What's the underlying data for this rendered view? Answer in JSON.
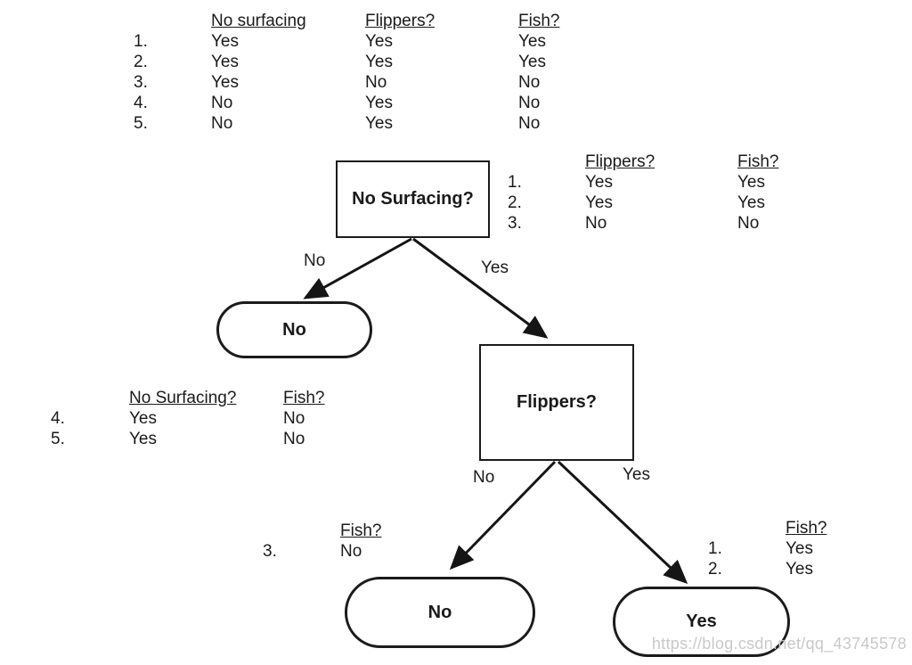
{
  "tables": {
    "dataset": {
      "headers": [
        "No surfacing",
        "Flippers?",
        "Fish?"
      ],
      "row_nums": [
        "1.",
        "2.",
        "3.",
        "4.",
        "5."
      ],
      "rows": [
        [
          "Yes",
          "Yes",
          "Yes"
        ],
        [
          "Yes",
          "Yes",
          "Yes"
        ],
        [
          "Yes",
          "No",
          "No"
        ],
        [
          "No",
          "Yes",
          "No"
        ],
        [
          "No",
          "Yes",
          "No"
        ]
      ]
    },
    "root_yes_subset": {
      "headers": [
        "Flippers?",
        "Fish?"
      ],
      "row_nums": [
        "1.",
        "2.",
        "3."
      ],
      "rows": [
        [
          "Yes",
          "Yes"
        ],
        [
          "Yes",
          "Yes"
        ],
        [
          "No",
          "No"
        ]
      ]
    },
    "root_no_subset": {
      "headers": [
        "No Surfacing?",
        "Fish?"
      ],
      "row_nums": [
        "4.",
        "5."
      ],
      "rows": [
        [
          "Yes",
          "No"
        ],
        [
          "Yes",
          "No"
        ]
      ]
    },
    "flippers_no_subset": {
      "headers": [
        "Fish?"
      ],
      "row_nums": [
        "3."
      ],
      "rows": [
        [
          "No"
        ]
      ]
    },
    "flippers_yes_subset": {
      "headers": [
        "Fish?"
      ],
      "row_nums": [
        "1.",
        "2."
      ],
      "rows": [
        [
          "Yes"
        ],
        [
          "Yes"
        ]
      ]
    }
  },
  "nodes": {
    "root": {
      "label": "No Surfacing?"
    },
    "root_no_leaf": {
      "label": "No"
    },
    "flippers": {
      "label": "Flippers?"
    },
    "flippers_no_leaf": {
      "label": "No"
    },
    "flippers_yes_leaf": {
      "label": "Yes"
    }
  },
  "edges": {
    "root_no": {
      "label": "No"
    },
    "root_yes": {
      "label": "Yes"
    },
    "flippers_no": {
      "label": "No"
    },
    "flippers_yes": {
      "label": "Yes"
    }
  },
  "watermark": "https://blog.csdn.net/qq_43745578",
  "colors": {
    "ink": "#1a1a1a",
    "stroke": "#151515",
    "watermark_gray": "#c9c9c9",
    "background": "#ffffff"
  }
}
